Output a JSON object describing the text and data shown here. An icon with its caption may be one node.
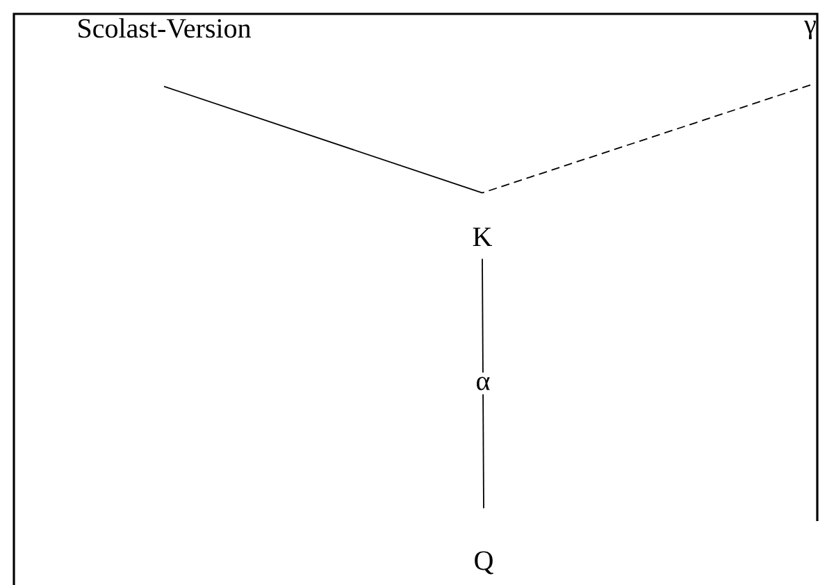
{
  "diagram": {
    "nodes": [
      {
        "text": [
          "Scolast-Version"
        ]
      },
      {
        "text": [
          "γ"
        ]
      },
      {
        "text": [
          "K"
        ]
      },
      {
        "text": [
          "Q"
        ]
      }
    ],
    "edges": [
      {
        "from": 0,
        "to": 2,
        "arrow": "none"
      },
      {
        "from": 1,
        "to": 2,
        "arrow": "none",
        "style": "dashed"
      },
      {
        "from": 2,
        "to": 3,
        "arrow": "none",
        "label": "α"
      }
    ]
  }
}
